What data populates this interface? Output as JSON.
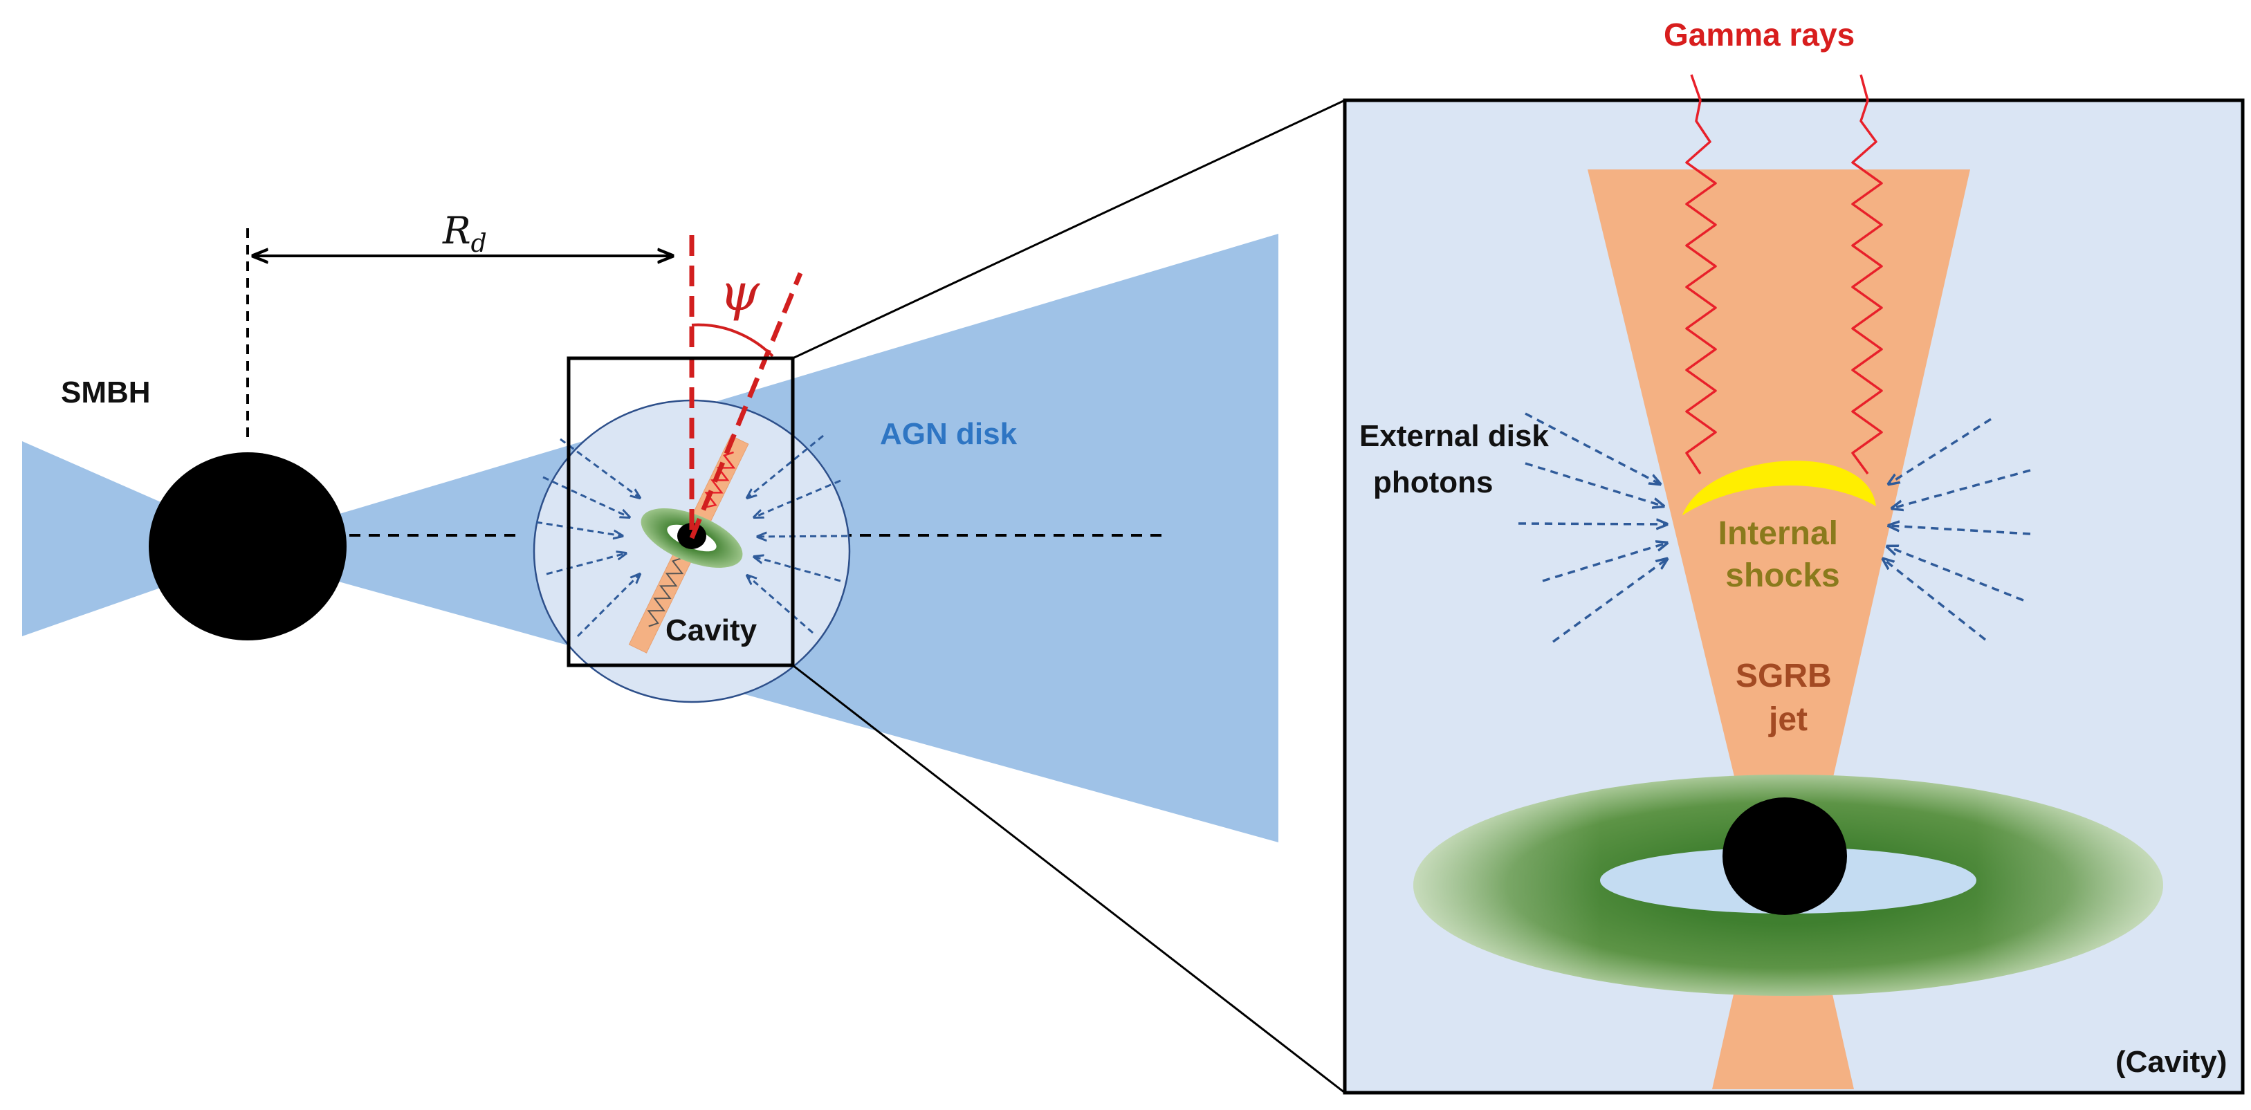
{
  "labels": {
    "smbh": "SMBH",
    "rd_symbol": "R",
    "rd_subscript": "d",
    "psi": "ψ",
    "agn_disk": "AGN disk",
    "cavity": "Cavity",
    "gamma_rays": "Gamma rays",
    "external_line1": "External disk",
    "external_line2": "photons",
    "internal_line1": "Internal",
    "internal_line2": "shocks",
    "sgrb_line1": "SGRB",
    "sgrb_line2": "jet",
    "cavity_inset": "(Cavity)"
  },
  "colors": {
    "agn_disk": "#9fc2e7",
    "cavity_bg": "#dae5f4",
    "jet": "#f4b183",
    "gamma": "#e8202a",
    "shock": "#ffee00",
    "accretion_disk": "#4e8a38",
    "black_hole": "#000000",
    "photon_arrows": "#2f5b9a",
    "angle_lines": "#d21f1f"
  }
}
